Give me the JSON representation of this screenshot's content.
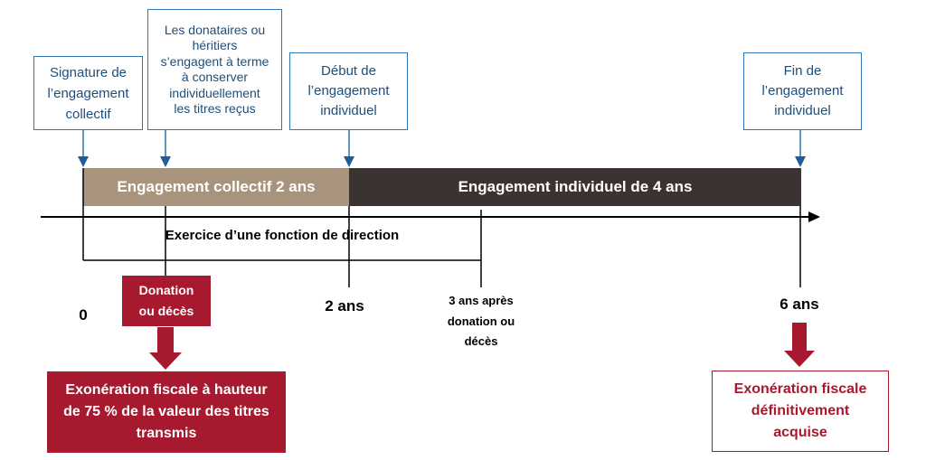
{
  "callouts": {
    "signature": {
      "lines": [
        "Signature de",
        "l’engagement",
        "collectif"
      ]
    },
    "donataires": {
      "lines": [
        "Les donataires ou",
        "héritiers",
        "s’engagent à terme",
        "à conserver",
        "individuellement",
        "les titres reçus"
      ]
    },
    "debut": {
      "lines": [
        "Début de",
        "l’engagement",
        "individuel"
      ]
    },
    "fin": {
      "lines": [
        "Fin de",
        "l’engagement",
        "individuel"
      ]
    }
  },
  "bars": {
    "collectif": "Engagement collectif 2 ans",
    "individuel": "Engagement individuel de 4 ans"
  },
  "direction_label": "Exercice d’une fonction de direction",
  "timeline": {
    "zero": "0",
    "two_years": "2 ans",
    "three_years": [
      "3 ans après",
      "donation ou",
      "décès"
    ],
    "six_years": "6 ans"
  },
  "event_box": [
    "Donation",
    "ou décès"
  ],
  "outcomes": {
    "partial": [
      "Exonération fiscale à hauteur",
      "de 75 % de la valeur des titres",
      "transmis"
    ],
    "final": [
      "Exonération fiscale",
      "définitivement",
      "acquise"
    ]
  },
  "colors": {
    "blue_border": "#2e75b6",
    "blue_text": "#1f4e79",
    "tan_bar": "#a8937c",
    "dark_bar": "#3b3331",
    "red": "#a6192e"
  }
}
